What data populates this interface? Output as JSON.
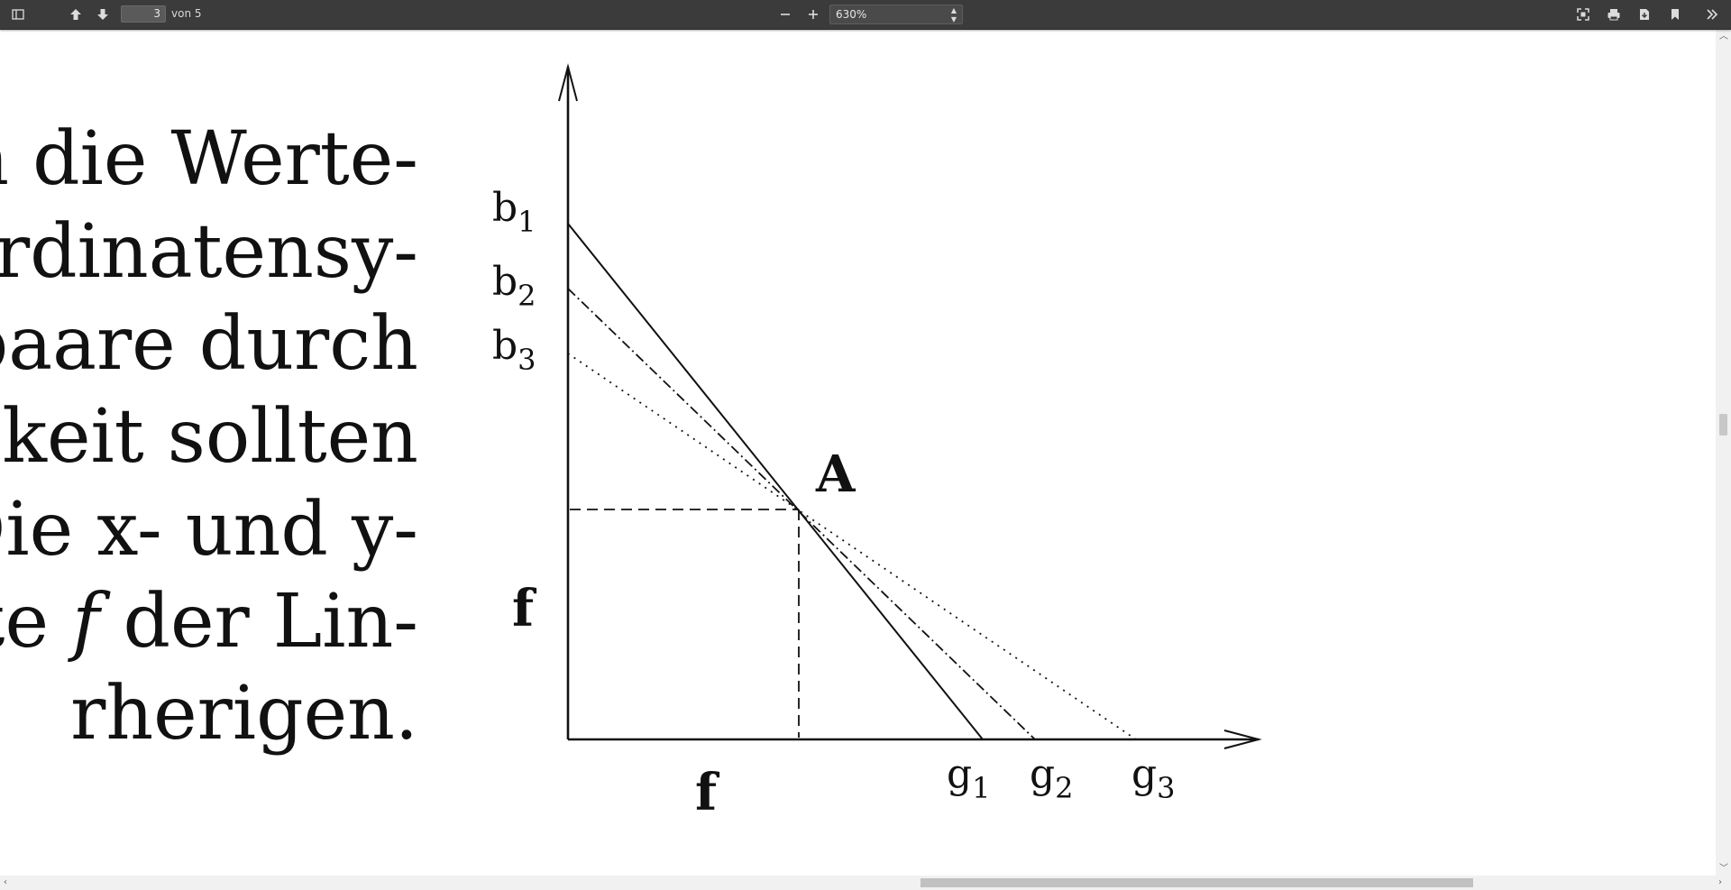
{
  "toolbar": {
    "icons": {
      "sidebar": "sidebar-toggle-icon",
      "prev": "arrow-up-icon",
      "next": "arrow-down-icon",
      "zoom_out": "minus-icon",
      "zoom_in": "plus-icon",
      "presentation": "fullscreen-icon",
      "print": "printer-icon",
      "download": "download-icon",
      "bookmark": "bookmark-icon",
      "tools": "double-chevron-right-icon"
    },
    "page_number": "3",
    "page_count": "von 5",
    "zoom": "630%"
  },
  "document": {
    "lines": [
      "an die Werte-",
      "oordinatensy-",
      "epaare durch",
      "uigkeit sollten",
      "Die x- und y-",
      "eite f der Lin-",
      "rherigen."
    ],
    "figure": {
      "labels": {
        "b1": "b",
        "b1_sub": "1",
        "b2": "b",
        "b2_sub": "2",
        "b3": "b",
        "b3_sub": "3",
        "point": "A",
        "f_left": "f",
        "f_bottom": "f",
        "g1": "g",
        "g1_sub": "1",
        "g2": "g",
        "g2_sub": "2",
        "g3": "g",
        "g3_sub": "3"
      }
    }
  },
  "colors": {
    "toolbar_bg": "#3b3b3b",
    "page_bg": "#ffffff",
    "ink": "#111111"
  }
}
